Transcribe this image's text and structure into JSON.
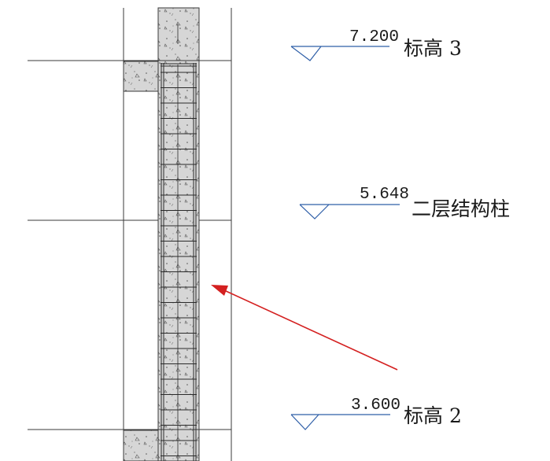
{
  "colors": {
    "background": "#ffffff",
    "linework": "#3a3a3a",
    "concrete_fill": "#d6d6d6",
    "rebar": "#2a2a2a",
    "elevation_marker": "#2f5fa8",
    "arrow": "#d42020",
    "text": "#1a1a1a"
  },
  "levels": [
    {
      "elevation": "7.200",
      "name": "标高 3"
    },
    {
      "elevation": "5.648",
      "name": "二层结构柱"
    },
    {
      "elevation": "3.600",
      "name": "标高 2"
    }
  ],
  "icons": {
    "elevation_marker": "triangle-elevation-symbol-icon",
    "callout_arrow": "red-arrow-icon"
  }
}
